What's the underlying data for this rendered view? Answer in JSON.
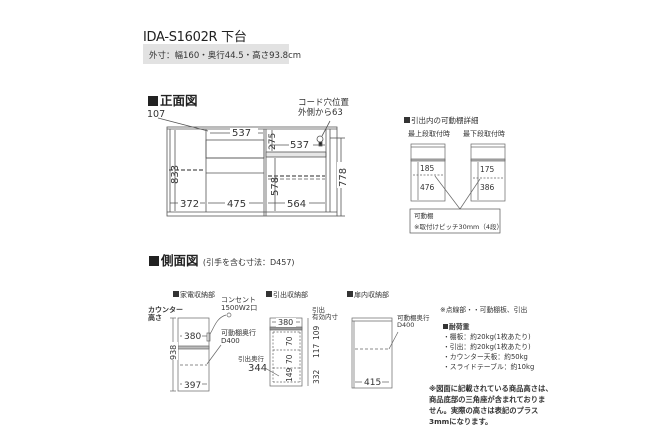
{
  "header": {
    "title": "IDA-S1602R 下台",
    "spec": "外寸：幅160・奥行44.5・高さ93.8cm"
  },
  "front_view": {
    "heading": "正面図",
    "cord_hole_label_line1": "コード穴位置",
    "cord_hole_label_line2": "外側から63",
    "dims": {
      "top_offset": "107",
      "drawer_width": "537",
      "right_top_width": "537",
      "right_top_height": "275",
      "left_height": "833",
      "right_lower_height": "578",
      "total_height": "778",
      "left_bottom_width": "372",
      "center_bottom_width": "475",
      "right_bottom_width": "564"
    }
  },
  "shelf_detail": {
    "heading": "引出内の可動棚詳細",
    "top_label": "最上段取付時",
    "bottom_label": "最下段取付時",
    "top_upper": "185",
    "top_lower": "476",
    "bottom_upper": "175",
    "bottom_lower": "386",
    "callout_line1": "可動棚",
    "callout_line2": "※取付けピッチ30mm（4段）"
  },
  "side_view": {
    "heading": "側面図",
    "heading_note": "(引手を含む寸法：D457)",
    "appliance": {
      "heading": "家電収納部",
      "counter_label_line1": "カウンター",
      "counter_label_line2": "高さ",
      "outlet_line1": "コンセント",
      "outlet_line2": "1500W2口",
      "shelf_depth_line1": "可動棚奥行",
      "shelf_depth_line2": "D400",
      "height": "938",
      "top_width": "380",
      "bottom_width": "397"
    },
    "drawer": {
      "heading": "引出収納部",
      "top_width": "380",
      "effective_label_line1": "引出",
      "effective_label_line2": "有効内寸",
      "depth_label": "引出奥行",
      "depth_value": "344",
      "inner_h1": "70",
      "inner_h2": "70",
      "inner_h3": "149",
      "side_h1": "109",
      "side_h2": "117",
      "side_h3": "332"
    },
    "door": {
      "heading": "扉内収納部",
      "shelf_depth_line1": "可動棚奥行",
      "shelf_depth_line2": "D400",
      "bottom_width": "415"
    }
  },
  "notes": {
    "dotted": "※点線部・・可動棚板、引出",
    "load_heading": "耐荷重",
    "load_items": [
      "・棚板：約20kg(1枚あたり)",
      "・引出：約20kg(1枚あたり)",
      "・カウンター天板：約50kg",
      "・スライドテーブル：約10kg"
    ],
    "notice_lines": [
      "※図面に記載されている商品高さは、",
      "商品底部の三角座が含まれておりま",
      "せん。実際の高さは表記のプラス",
      "3mmになります。"
    ]
  }
}
